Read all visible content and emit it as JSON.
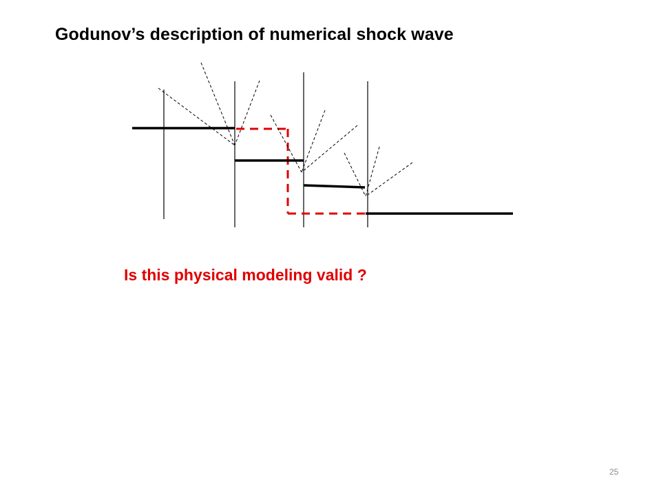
{
  "slide": {
    "title": "Godunov’s description of numerical shock wave",
    "question": "Is this physical modeling valid ?",
    "page_number": "25"
  },
  "colors": {
    "title": "#000000",
    "question": "#e00000",
    "dashed_box": "#e00000",
    "steps": "#000000",
    "cell_lines": "#000000",
    "waves": "#000000",
    "page_number": "#8c8c8c"
  }
}
